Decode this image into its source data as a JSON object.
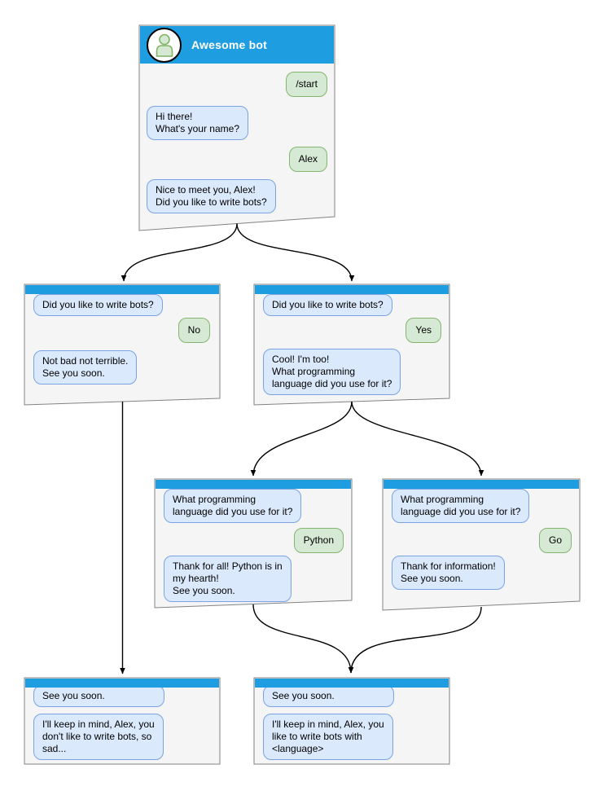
{
  "bot": {
    "name": "Awesome bot"
  },
  "icons": {
    "avatar": "person-icon"
  },
  "colors": {
    "titlebar": "#1e9de0",
    "window_fill": "#f5f5f5",
    "window_border": "#828282",
    "bot_bubble_fill": "#dbe9fc",
    "bot_bubble_border": "#79a3e3",
    "user_bubble_fill": "#d6e9d5",
    "user_bubble_border": "#84b56e",
    "arrow": "#000000"
  },
  "windows": {
    "start": {
      "user_start": "/start",
      "bot_greet": "Hi there!\nWhat's your name?",
      "user_name": "Alex",
      "bot_ask": "Nice to meet you, Alex!\nDid you like to write bots?"
    },
    "branch_no": {
      "question": "Did you like to write bots?",
      "answer": "No",
      "reply": "Not bad not terrible.\nSee you soon."
    },
    "branch_yes": {
      "question": "Did you like to write bots?",
      "answer": "Yes",
      "reply": "Cool! I'm too!\nWhat programming\nlanguage did you use for it?"
    },
    "branch_python": {
      "question": "What programming\nlanguage did you use for it?",
      "answer": "Python",
      "reply": "Thank for all! Python is in\nmy hearth!\nSee you soon."
    },
    "branch_go": {
      "question": "What programming\nlanguage did you use for it?",
      "answer": "Go",
      "reply": "Thank for information!\nSee you soon."
    },
    "end_no": {
      "question": "See you soon.",
      "reply": "I'll keep in mind, Alex, you\ndon't like to write bots, so\nsad..."
    },
    "end_yes": {
      "question": "See you soon.",
      "reply": "I'll keep in mind, Alex, you\nlike to write bots with\n<language>"
    }
  },
  "edges": [
    {
      "from": "start",
      "to": "branch_no"
    },
    {
      "from": "start",
      "to": "branch_yes"
    },
    {
      "from": "branch_no",
      "to": "end_no"
    },
    {
      "from": "branch_yes",
      "to": "branch_python"
    },
    {
      "from": "branch_yes",
      "to": "branch_go"
    },
    {
      "from": "branch_python",
      "to": "end_yes"
    },
    {
      "from": "branch_go",
      "to": "end_yes"
    }
  ]
}
